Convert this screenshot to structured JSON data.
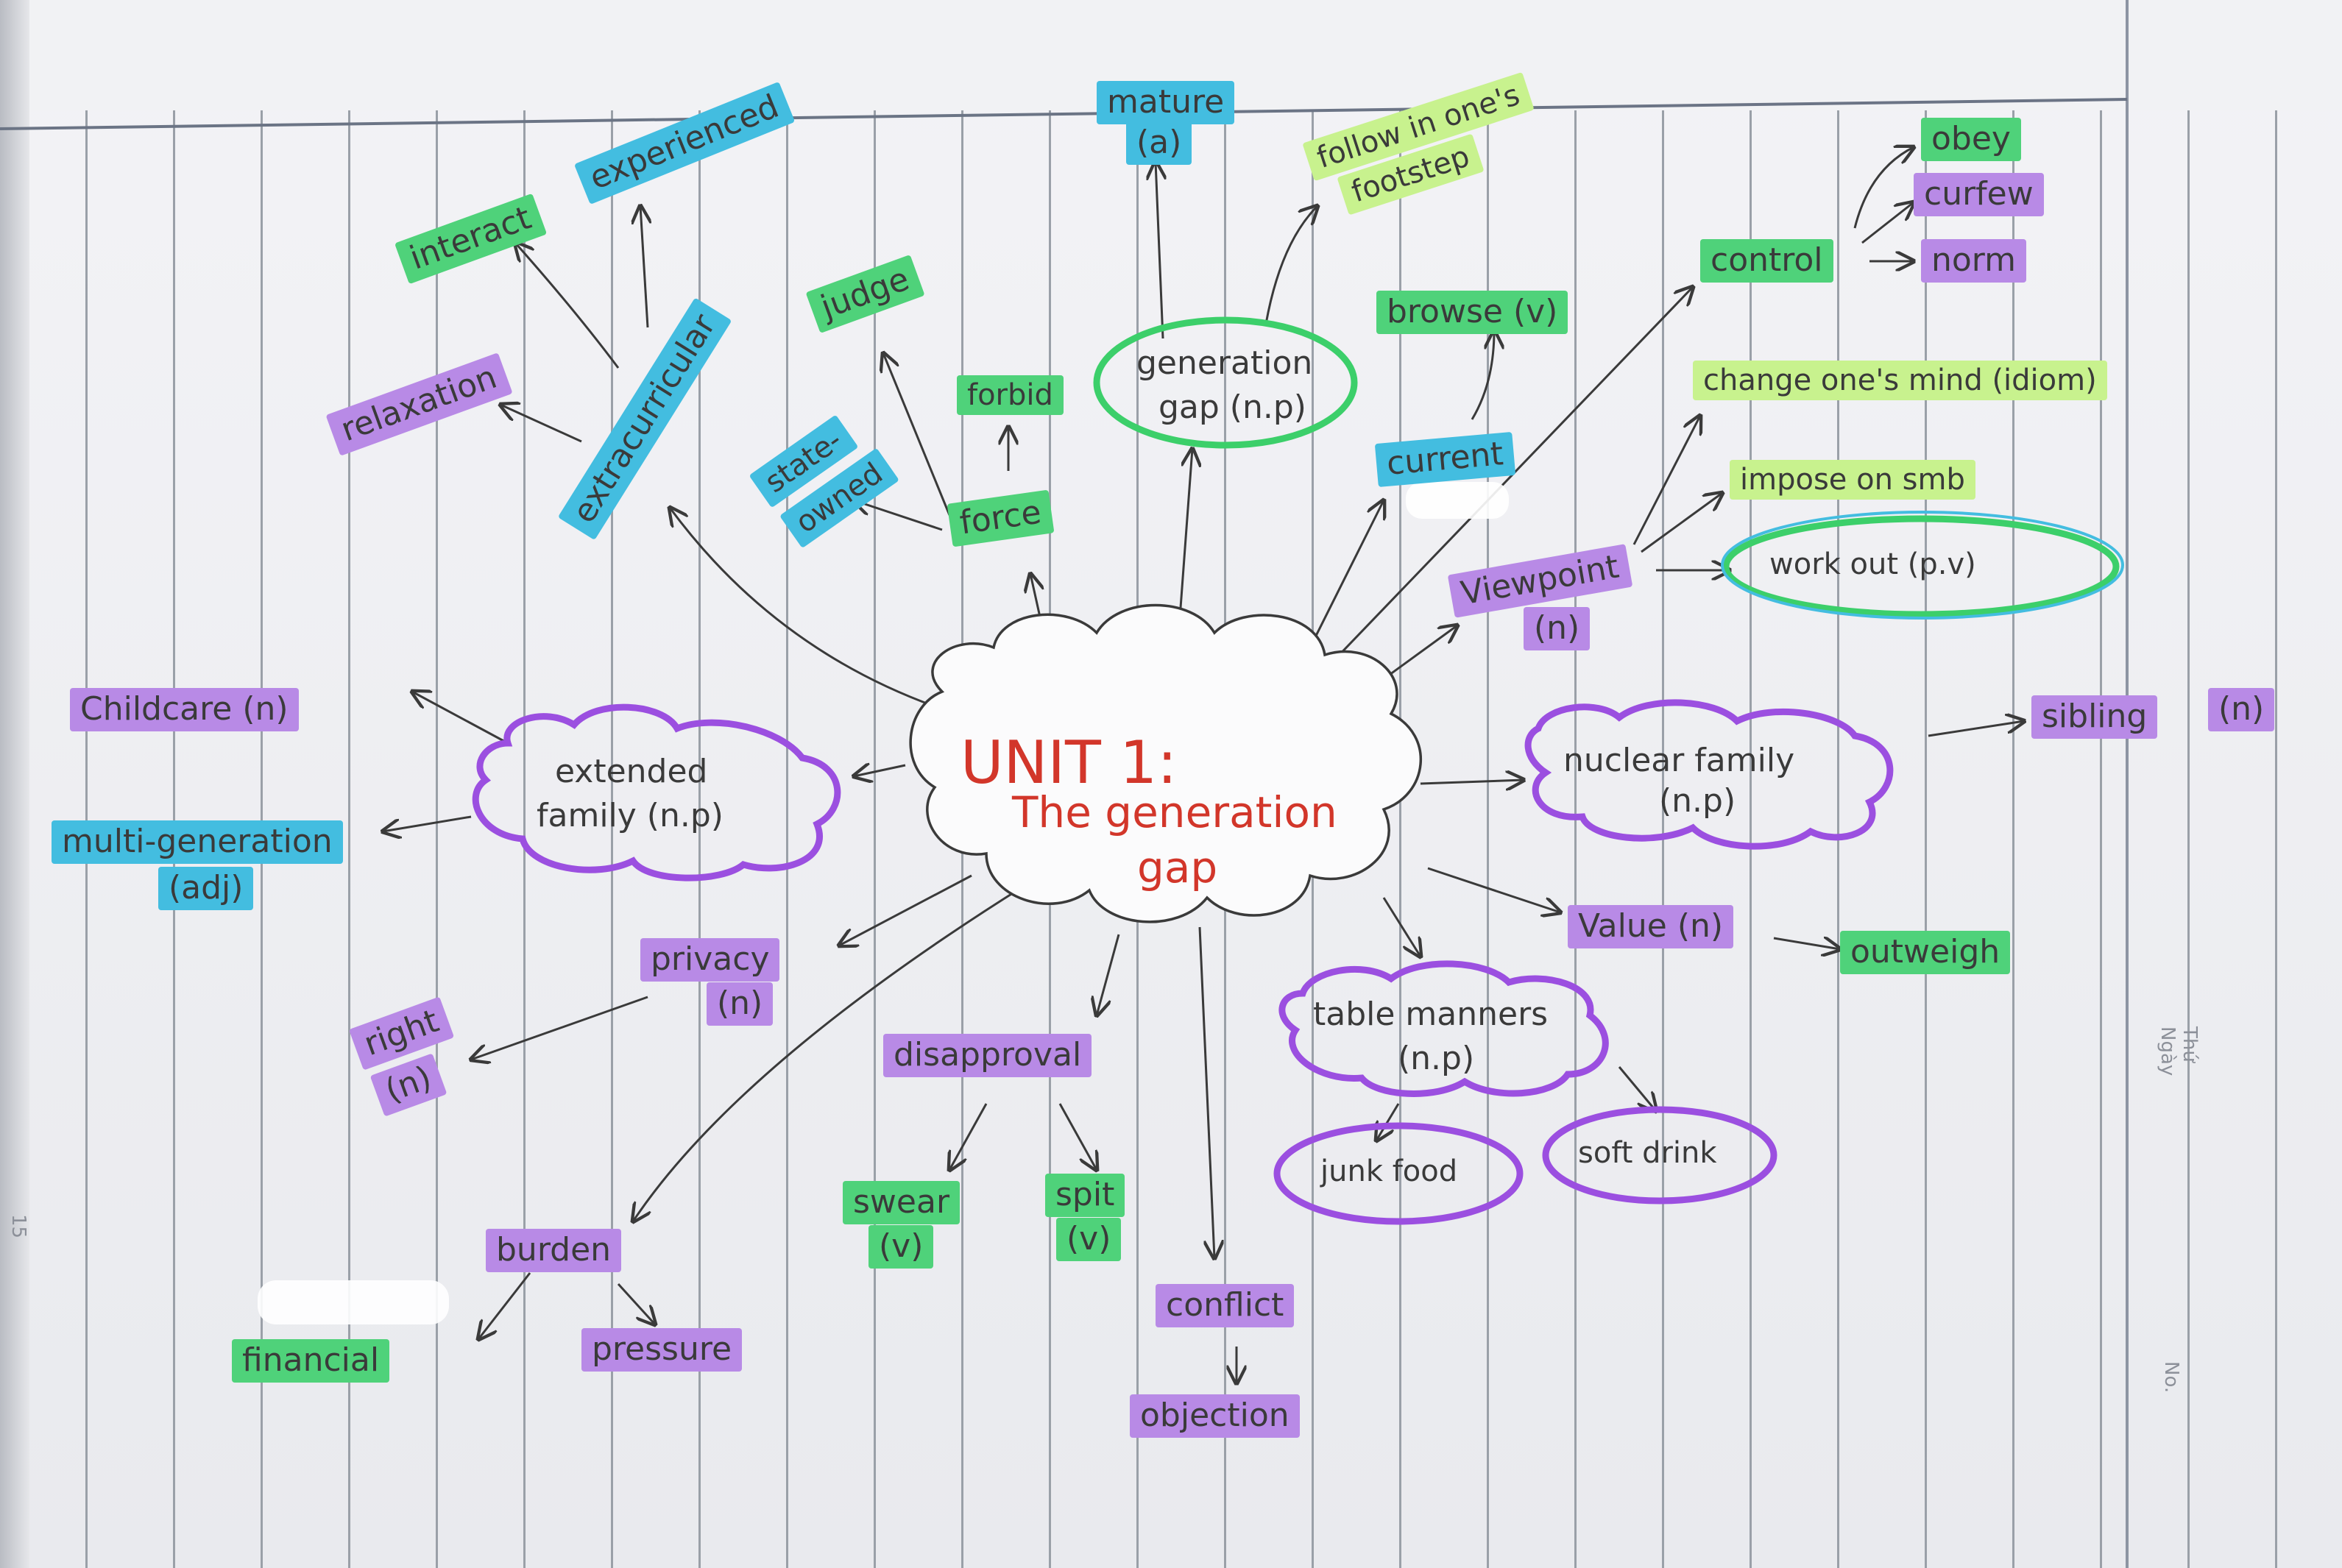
{
  "center": {
    "line1": "UNIT 1:",
    "line2": "The generation",
    "line3": "gap"
  },
  "colors": {
    "purple": "#b88ae6",
    "green": "#4fd27a",
    "lime": "#c8f28e",
    "blue": "#43bde0",
    "ink": "#3a3a3a",
    "red": "#d2362a",
    "cloud_purple": "#9b4fe0",
    "cloud_green": "#3ccf6a"
  },
  "nodes": {
    "childcare": "Childcare (n)",
    "multi_generation": "multi-generation",
    "multi_generation_pos": "(adj)",
    "extended_family": "extended",
    "extended_family_2": "family (n.p)",
    "privacy": "privacy",
    "privacy_pos": "(n)",
    "right": "right",
    "right_pos": "(n)",
    "burden": "burden",
    "financial": "financial",
    "pressure": "pressure",
    "disapproval": "disapproval",
    "swear": "swear",
    "swear_pos": "(v)",
    "spit": "spit",
    "spit_pos": "(v)",
    "conflict": "conflict",
    "objection": "objection",
    "table_manners": "table manners",
    "table_manners_pos": "(n.p)",
    "junk_food": "junk food",
    "soft_drink": "soft drink",
    "value": "Value (n)",
    "outweigh": "outweigh",
    "nuclear_family": "nuclear family",
    "nuclear_family_pos": "(n.p)",
    "sibling": "sibling",
    "sibling_pos": "(n)",
    "viewpoint": "Viewpoint",
    "viewpoint_pos": "(n)",
    "work_out": "work out (p.v)",
    "impose": "impose on smb",
    "change_mind": "change one's mind (idiom)",
    "control": "control",
    "obey": "obey",
    "curfew": "curfew",
    "norm": "norm",
    "current": "current",
    "browse": "browse (v)",
    "generation_gap": "generation",
    "generation_gap_2": "gap (n.p)",
    "follow": "follow in one's",
    "follow_2": "footstep",
    "mature": "mature",
    "mature_pos": "(a)",
    "force": "force",
    "forbid": "forbid",
    "judge": "judge",
    "state_owned": "state-",
    "state_owned_2": "owned",
    "extracurricular": "extracurricular",
    "relaxation": "relaxation",
    "interact": "interact",
    "experienced": "experienced"
  },
  "margin": {
    "thu": "Thứ",
    "ngay": "Ngày",
    "no": "No.",
    "page": "15"
  }
}
